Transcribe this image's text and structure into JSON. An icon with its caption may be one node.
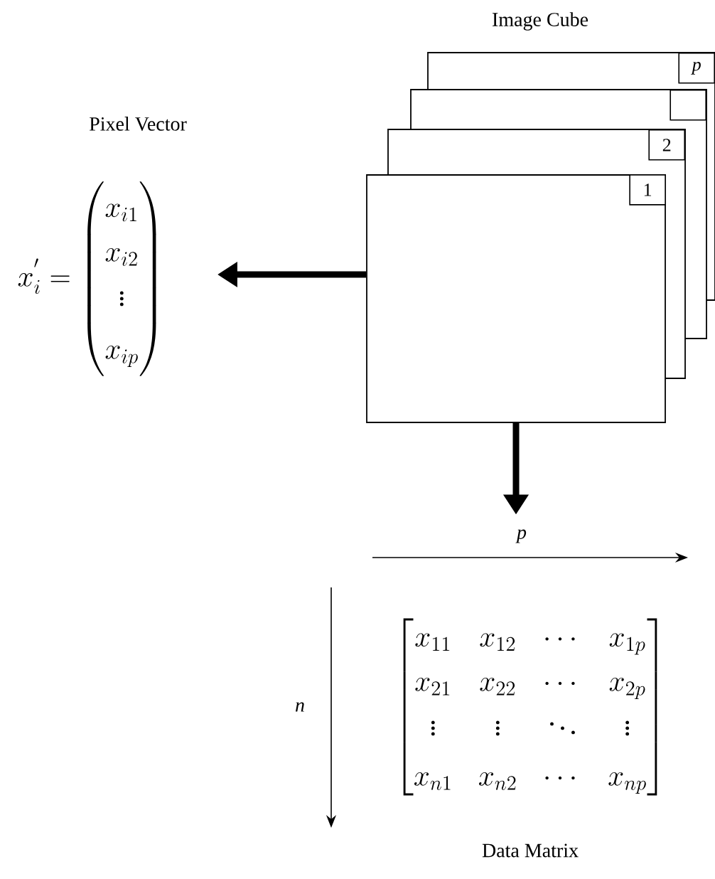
{
  "diagram": {
    "nodes": [
      {
        "text": [
          "p"
        ]
      },
      {
        "text": [],
        "shape": "box"
      },
      {
        "text": [
          "2"
        ]
      },
      {
        "text": [
          "1"
        ]
      },
      {
        "text": [
          "Pixel Vector",
          "x_i^{'} = \\begin{pmatrix} x_{i1} \\\\ x_{i2} \\\\ \\vdots \\\\[6pt] x_{ip} \\end{pmatrix}"
        ]
      },
      {
        "text": [
          "\\begin{bmatrix} x_{11} & x_{12} & \\cdots & x_{1p} \\\\ x_{21} & x_{22} & \\cdots & x_{2p} \\\\ \\vdots & \\vdots & \\ddots & \\vdots \\\\[4pt] x_{n1} & x_{n2} & \\cdots & x_{np} \\end{bmatrix}",
          "Data Matrix"
        ],
        "beside": [
          "p",
          "n"
        ]
      }
    ],
    "edges": [
      {
        "from": 3,
        "to": 4,
        "arrow": "to"
      },
      {
        "from": 3,
        "to": 5,
        "arrow": "to"
      }
    ],
    "labels": [
      "Image Cube"
    ]
  }
}
